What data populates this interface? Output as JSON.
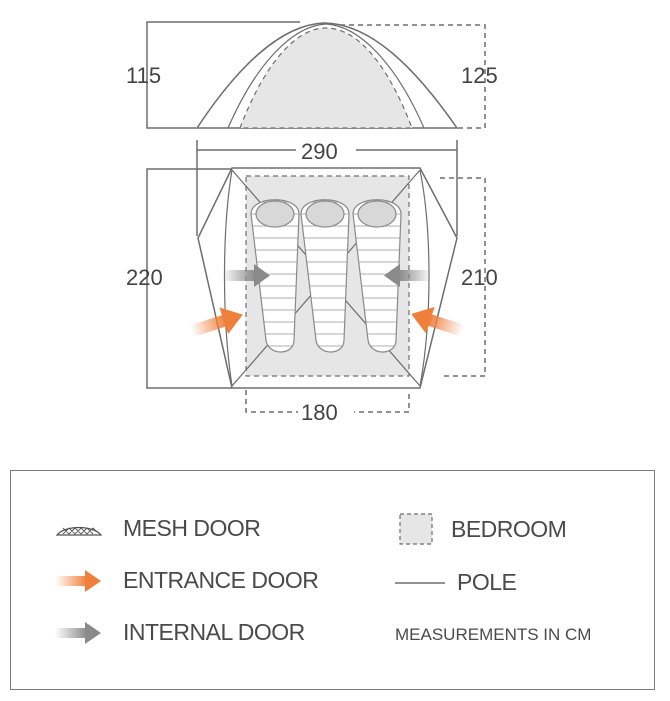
{
  "dimensions": {
    "side_height_left": "115",
    "side_height_right": "125",
    "floor_width": "290",
    "floor_depth_left": "220",
    "bedroom_depth_right": "210",
    "bedroom_width": "180"
  },
  "legend": {
    "mesh_door": "MESH DOOR",
    "entrance_door": "ENTRANCE DOOR",
    "internal_door": "INTERNAL DOOR",
    "bedroom": "BEDROOM",
    "pole": "POLE",
    "note": "MEASUREMENTS IN CM"
  },
  "colors": {
    "entrance_arrow": "#f07f3c",
    "internal_arrow": "#8a8a8a",
    "bedroom_fill": "#e6e6e6",
    "line": "#6e6e6e"
  }
}
